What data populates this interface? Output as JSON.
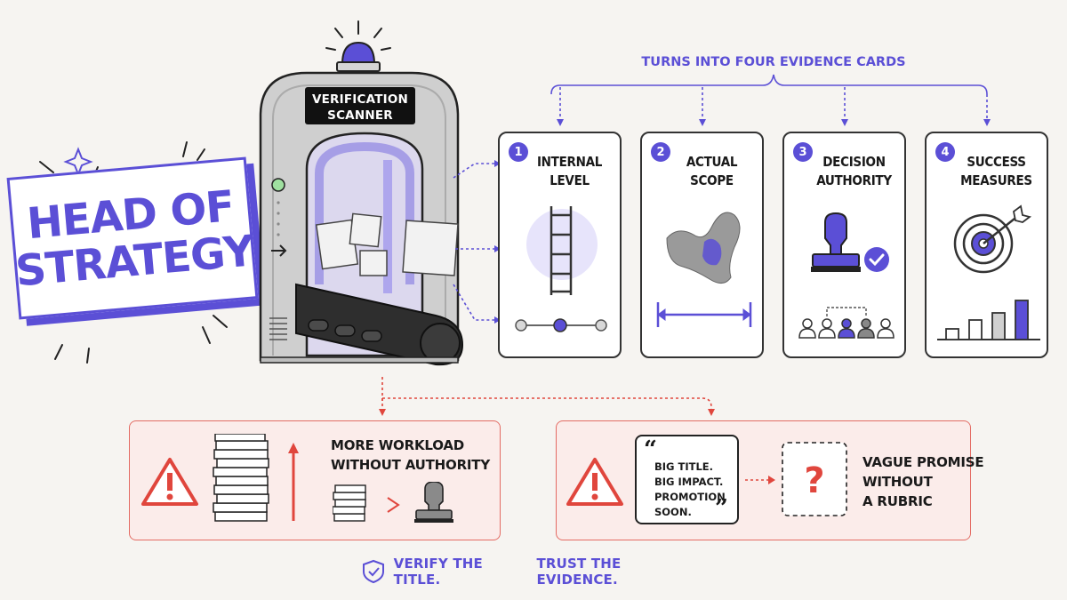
{
  "title": "HEAD OF STRATEGY",
  "scanner": {
    "sign_line1": "VERIFICATION",
    "sign_line2": "SCANNER"
  },
  "top_label": "TURNS INTO FOUR EVIDENCE CARDS",
  "cards": [
    {
      "number": "1",
      "title": "INTERNAL LEVEL",
      "icon": "ladder-icon"
    },
    {
      "number": "2",
      "title": "ACTUAL SCOPE",
      "icon": "scope-map-icon"
    },
    {
      "number": "3",
      "title": "DECISION AUTHORITY",
      "icon": "stamp-icon"
    },
    {
      "number": "4",
      "title": "SUCCESS MEASURES",
      "icon": "target-icon"
    }
  ],
  "warnings": [
    {
      "text_line1": "MORE WORKLOAD",
      "text_line2": "WITHOUT AUTHORITY",
      "icon": "warning-icon"
    },
    {
      "quote_line1": "BIG TITLE.",
      "quote_line2": "BIG IMPACT.",
      "quote_line3": "PROMOTION",
      "quote_line4": "SOON.",
      "text_line1": "VAGUE PROMISE",
      "text_line2": "WITHOUT",
      "text_line3": "A RUBRIC",
      "icon": "warning-icon"
    }
  ],
  "footer": {
    "part1": "VERIFY THE TITLE.",
    "part2": "TRUST THE EVIDENCE."
  },
  "colors": {
    "accent": "#5b4fd6",
    "warning": "#e0463d",
    "warning_bg": "#fbecea"
  }
}
